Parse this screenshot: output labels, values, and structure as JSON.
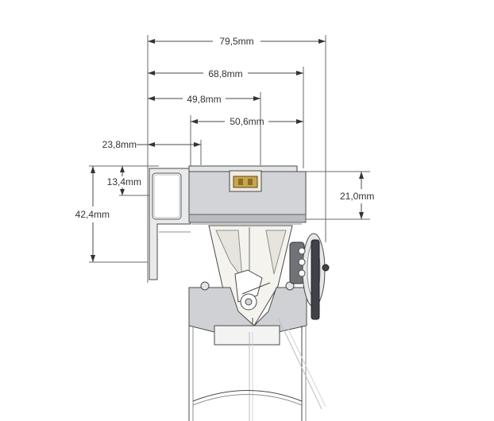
{
  "dimensions": {
    "overall_width": "79,5mm",
    "housing_width": "68,8mm",
    "to_mechanism": "49,8mm",
    "inner_span": "50,6mm",
    "profile_width": "23,8mm",
    "profile_step": "13,4mm",
    "profile_height": "42,4mm",
    "housing_height": "21,0mm"
  },
  "colors": {
    "line": "#4a4a4a",
    "profile_fill": "#e9eaec",
    "housing_fill": "#d2d4d7",
    "dark_metal": "#6f7378",
    "light_metal": "#f3f3f2"
  }
}
